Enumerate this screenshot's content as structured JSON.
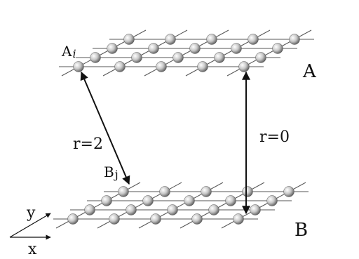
{
  "diagram": {
    "labels": {
      "plane_a": "A",
      "plane_b": "B",
      "site_a_base": "A",
      "site_a_sub": "i",
      "site_b_base": "B",
      "site_b_sub": "j",
      "distance_diagonal": "r=2",
      "distance_vertical": "r=0",
      "axis_x": "x",
      "axis_y": "y"
    },
    "colors": {
      "line": "#555555",
      "arrow": "#111111",
      "sphere_light": "#ffffff",
      "sphere_mid": "#c8c8c8",
      "sphere_dark": "#6a6a6a"
    }
  }
}
